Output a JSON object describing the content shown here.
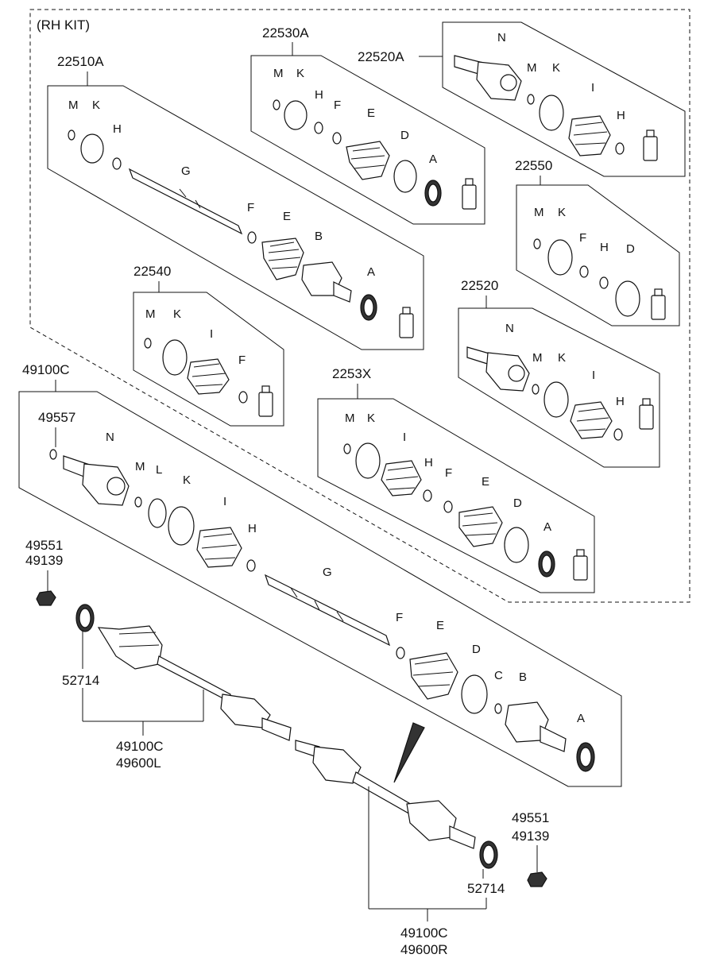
{
  "kit_label": "(RH KIT)",
  "kits": {
    "k22510A": "22510A",
    "k22530A": "22530A",
    "k22520A": "22520A",
    "k22550": "22550",
    "k22540": "22540",
    "k22520": "22520",
    "k2253X": "2253X",
    "k49100C": "49100C"
  },
  "parts": {
    "p49557": "49557",
    "p49551_l": "49551",
    "p49139_l": "49139",
    "p52714_l": "52714",
    "p49100C_l": "49100C",
    "p49600L": "49600L",
    "p49551_r": "49551",
    "p49139_r": "49139",
    "p52714_r": "52714",
    "p49100C_r": "49100C",
    "p49600R": "49600R"
  },
  "letters": {
    "A": "A",
    "B": "B",
    "C": "C",
    "D": "D",
    "E": "E",
    "F": "F",
    "G": "G",
    "H": "H",
    "I": "I",
    "K": "K",
    "L": "L",
    "M": "M",
    "N": "N"
  }
}
